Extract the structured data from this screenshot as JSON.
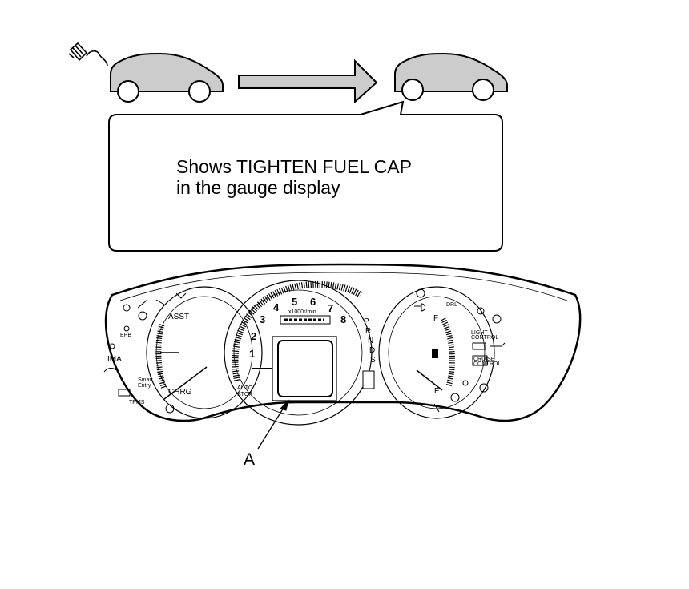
{
  "callout": {
    "line1": "Shows TIGHTEN FUEL CAP",
    "line2": "in the gauge display"
  },
  "callout_label": "A",
  "gauges": {
    "assist": "ASST",
    "charge": "CHRG",
    "auto_stop": [
      "AUTO",
      "STOP"
    ],
    "tach_numbers": [
      "1",
      "2",
      "3",
      "4",
      "5",
      "6",
      "7",
      "8"
    ],
    "tach_unit": "x1000r/min",
    "gears": [
      "P",
      "R",
      "N",
      "D",
      "S"
    ],
    "fuel_full": "F",
    "fuel_empty": "E",
    "drl": "DRL",
    "light_control": [
      "LIGHT",
      "CONTROL"
    ],
    "cruise_control": [
      "CRUISE",
      "CONTROL"
    ],
    "ima": "IMA",
    "tpms": "TPMS",
    "smart_entry": [
      "Smart",
      "Entry"
    ],
    "epb": "EPB"
  },
  "icons": [
    "fuel-cap-icon",
    "car-before-icon",
    "arrow-right-icon",
    "car-after-icon",
    "instrument-cluster-icon",
    "multi-info-display-icon",
    "pointer-arrow-icon"
  ]
}
